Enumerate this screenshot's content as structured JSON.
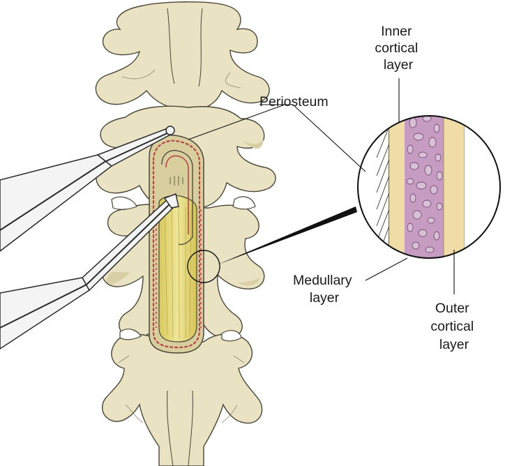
{
  "labels": {
    "periosteum": "Periosteum",
    "inner_cortical": [
      "Inner",
      "cortical",
      "layer"
    ],
    "medullary": [
      "Medullary",
      "layer"
    ],
    "outer_cortical": [
      "Outer",
      "cortical",
      "layer"
    ]
  },
  "colors": {
    "bone": "#e9e3c4",
    "bone_shadow": "#cfc69c",
    "outline": "#4a4536",
    "canal_fill": "#e3d77a",
    "canal_shade": "#c9b84a",
    "periosteum_red": "#b5474a",
    "cortical_layer": "#efdca6",
    "medullary_pink": "#c69cc2",
    "medullary_pores": "#8a6080",
    "instrument": "#f2f2f2",
    "leader": "#111111"
  }
}
